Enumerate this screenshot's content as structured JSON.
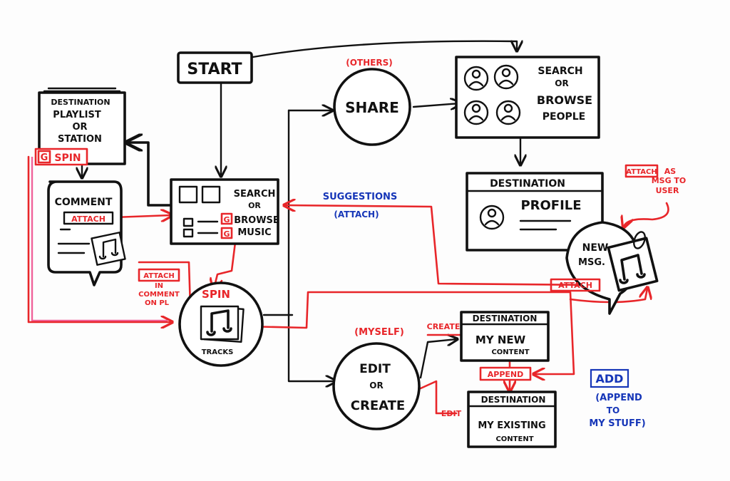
{
  "start": "START",
  "share": {
    "tag": "(OTHERS)",
    "label": "SHARE"
  },
  "search_people": {
    "line1": "SEARCH",
    "line2": "OR",
    "line3": "BROWSE",
    "line4": "PEOPLE"
  },
  "profile": {
    "header": "DESTINATION",
    "title": "PROFILE"
  },
  "attach_msg": {
    "box": "ATTACH",
    "line1": "AS",
    "line2": "MSG TO",
    "line3": "USER"
  },
  "new_msg": {
    "line1": "NEW",
    "line2": "MSG."
  },
  "attach_newmsg": "ATTACH",
  "playlist": {
    "header": "DESTINATION",
    "line1": "PLAYLIST",
    "line2": "OR",
    "line3": "STATION",
    "spin_badge": "G",
    "spin_label": "SPIN"
  },
  "comment": {
    "label": "COMMENT",
    "attach": "ATTACH"
  },
  "search_music": {
    "line1": "SEARCH",
    "line2": "OR",
    "line3": "BROWSE",
    "line4": "MUSIC",
    "badge1": "G",
    "badge2": "G"
  },
  "suggestions": {
    "line1": "SUGGESTIONS",
    "line2": "(ATTACH)"
  },
  "attach_comment": {
    "box": "ATTACH",
    "line1": "IN",
    "line2": "COMMENT",
    "line3": "ON PL"
  },
  "tracks": {
    "spin": "SPIN",
    "label": "TRACKS"
  },
  "edit_create": {
    "tag": "(MYSELF)",
    "line1": "EDIT",
    "line2": "OR",
    "line3": "CREATE"
  },
  "new_content": {
    "create_label": "CREATE",
    "header": "DESTINATION",
    "line1": "MY NEW",
    "line2": "CONTENT"
  },
  "append": "APPEND",
  "existing_content": {
    "edit_label": "EDIT",
    "header": "DESTINATION",
    "line1": "MY EXISTING",
    "line2": "CONTENT"
  },
  "add": {
    "box": "ADD",
    "line1": "(APPEND",
    "line2": "TO",
    "line3": "MY STUFF)"
  }
}
